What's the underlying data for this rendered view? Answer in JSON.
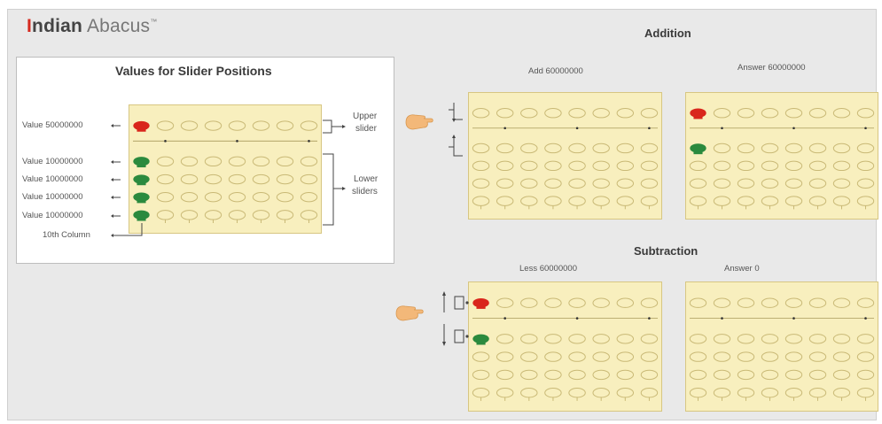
{
  "logo": {
    "indian": "Indian",
    "abacus": "Abacus",
    "tm": "™"
  },
  "legend": {
    "title": "Values for Slider Positions",
    "values": [
      "Value 50000000",
      "Value 10000000",
      "Value 10000000",
      "Value 10000000",
      "Value 10000000"
    ],
    "column_label": "10th Column",
    "upper_label": [
      "Upper",
      "slider"
    ],
    "lower_label": [
      "Lower",
      "sliders"
    ]
  },
  "addition": {
    "heading": "Addition",
    "add_label": "Add 60000000",
    "answer_label": "Answer 60000000"
  },
  "subtraction": {
    "heading": "Subtraction",
    "less_label": "Less 60000000",
    "answer_label": "Answer 0"
  },
  "colors": {
    "frame": "#e9e9e9",
    "abacus_bg": "#f8efbe",
    "abacus_border": "#d7c682",
    "bead_outline": "#c9b976",
    "upper_active": "#d9261c",
    "lower_active": "#2b8a3e",
    "logo_accent": "#d62a1f",
    "hand": "#f3b879"
  },
  "abacus_states": {
    "legend": {
      "upper_active": true,
      "lower_active_count": 4
    },
    "addition_before": {
      "upper_active": false,
      "lower_active_count": 0
    },
    "addition_after": {
      "upper_active": true,
      "lower_active_count": 1
    },
    "subtraction_before": {
      "upper_active": true,
      "lower_active_count": 1
    },
    "subtraction_after": {
      "upper_active": false,
      "lower_active_count": 0
    }
  }
}
